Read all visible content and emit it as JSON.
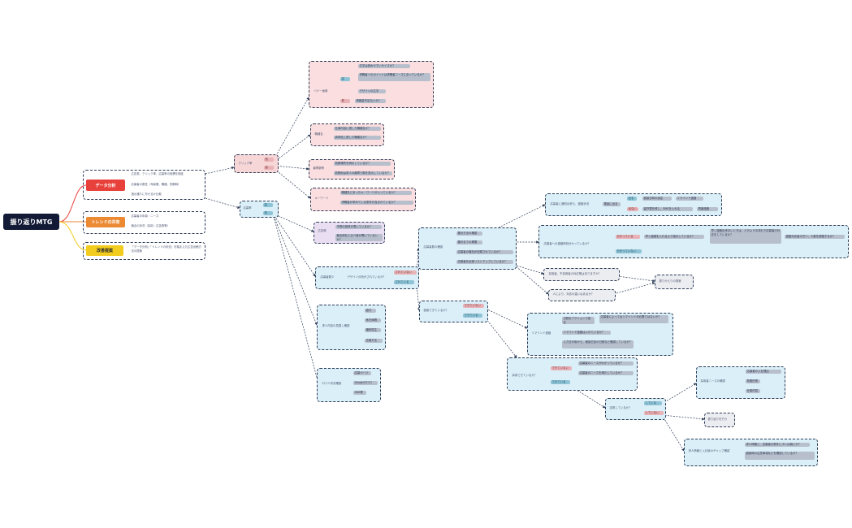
{
  "root": "振り返りMTG",
  "left": {
    "data": {
      "tag": "データ分析",
      "items": [
        "広告表、クリック率、応募率の指標を検証",
        "応募者の属性（年齢層、職種、勤務時）",
        "指示通りに写せるか比較"
      ]
    },
    "trend": {
      "tag": "トレンドの共有",
      "items": [
        "応募者の年齢・ニーズ",
        "競合の状況（採用・広告費等）"
      ]
    },
    "improve": {
      "tag": "改善提案",
      "items": [
        "「データ分析」「トレンドの状況」を踏まえた広告出稿方法の提案"
      ]
    }
  },
  "mid": {
    "click": "クリック率",
    "apply": "応募率",
    "low": "低",
    "high": "高"
  },
  "banner": {
    "label": "バナー画像",
    "q1": "文字は読みやすいサイズか？",
    "q2": "求職者へのポイントは求職者ニーズに合っているか？",
    "q3": "デザインの文字",
    "q4": "情報量不足ないか？"
  },
  "job": {
    "label": "職種名",
    "q1": "仕事内容に適した職種名か？",
    "q2": "訴求性に適した職種名か？"
  },
  "station": {
    "label": "最寄駅等",
    "q1": "勤務場所を明示しているか？",
    "q2": "勤務地は求人の最寄り駅を表示しているか？"
  },
  "keyword": {
    "label": "キーワード",
    "q1": "職種名にあったキーワードが入っているか？",
    "q2": "求職者が求めている条件が含まれているか？"
  },
  "area": {
    "label": "広告費",
    "q1": "予算の投資が適しているか？",
    "q2": "競合他社と比べ差が開いていないか？"
  },
  "detail": {
    "label": "応募者数少",
    "q": "デザイン分析がされているか？",
    "yes": "されている",
    "no": "されていない"
  },
  "ready": {
    "label": "応募者数の確認",
    "items": [
      "集計方法の確認",
      "集計までの期間",
      "応募者の増加が記録されているか？",
      "応募者を全部リストアップしているか？"
    ]
  },
  "topright": {
    "label": "応募者に通知出来た、連絡状況",
    "q": "電話に出る",
    "yes": "出る",
    "no": "出ない",
    "y1": "面接日時の設定",
    "y2": "リマインド連絡",
    "n1": "留守電を残し、SMSを入れる",
    "n2": "再度連絡"
  },
  "reason": {
    "label": "応募者への連絡時刻分かっているか？",
    "yes": "分かっている",
    "no": "分かっていない",
    "a1": "早く連絡を入れるよう指示しているか？",
    "a2": "早く連絡出来ないときは、どのような流れで応募者の対応をしているか？",
    "a3": "連絡対応者の方へ、人数を調整するか？"
  },
  "others": {
    "q1": "採用者、不採用者の対応策はありますか？",
    "q2": "人により、対応の違いはあるか？",
    "q3": "振りかえりの提案"
  },
  "interview": {
    "label": "面接できているか？",
    "yes": "できている",
    "no": "できていない"
  },
  "remind": {
    "label": "リマインド連絡",
    "items": [
      "日程をアクションで設定",
      "応募者によってはリマインドが必要ではないか？",
      "リマインド連絡は入れているか？",
      "入力日の後から、面接日迄の日程など確認しているか？"
    ]
  },
  "hire": {
    "label": "採用できているか？",
    "yes": "できている",
    "no": "できていない",
    "n1": "応募者のニーズがわかっているか？",
    "n2": "応募者のニーズを満たしているか？"
  },
  "stay": {
    "label": "定着しているか？",
    "yes": "している",
    "no": "していない",
    "y": "採用者ニーズの確認",
    "yy": [
      "応募者の入社理由",
      "勤務形態",
      "仕事内容"
    ],
    "n": "振り返りを行う"
  },
  "mismatch": {
    "label": "求人情報と入社後のギャップ確認",
    "items": [
      "求人情報と、応募者の条件にズレは無いか？",
      "面接時の注意事項などを確認しているか？"
    ]
  },
  "source": {
    "label": "求人内容の見直し確認",
    "items": [
      "給与",
      "休日休暇",
      "福利厚生",
      "応募方法"
    ]
  },
  "channel": {
    "label": "口コミ状況確認",
    "items": [
      "応募ページ",
      "Google口コミ",
      "SNS等"
    ]
  },
  "colors": {
    "root": "#121a35",
    "data": "#e8403a",
    "trend": "#ec8a34",
    "improve": "#f2cc1f"
  }
}
